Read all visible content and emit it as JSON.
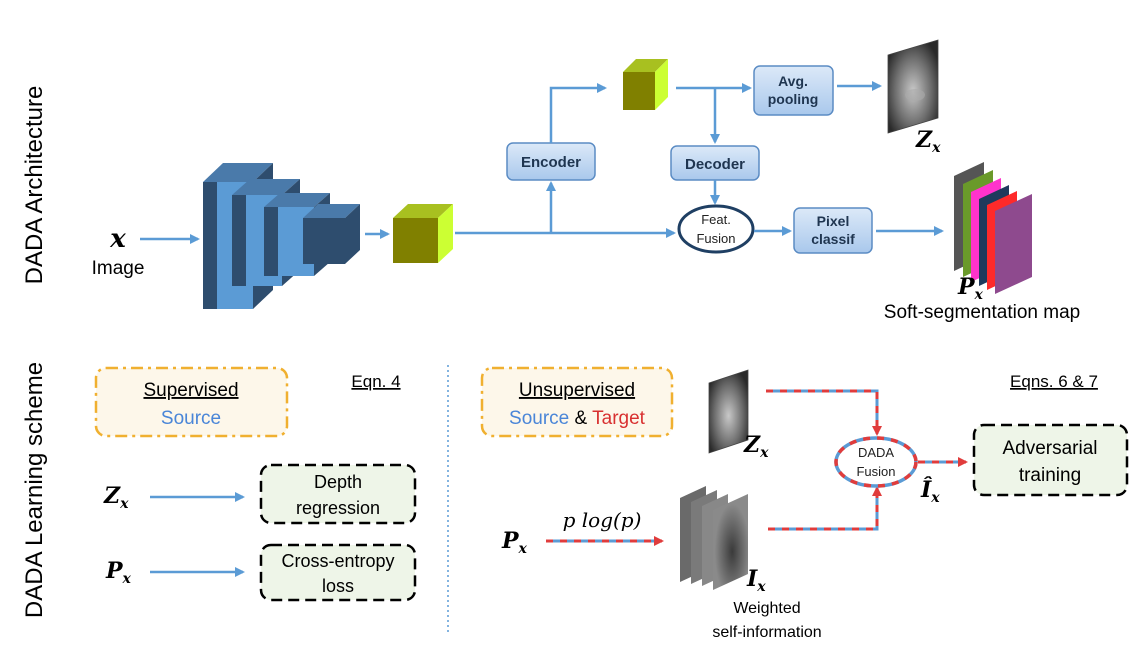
{
  "sections": {
    "top": "DADA Architecture",
    "bottom": "DADA Learning scheme"
  },
  "architecture": {
    "input_symbol": "x",
    "input_label": "Image",
    "encoder": "Encoder",
    "decoder": "Decoder",
    "avg_pool": [
      "Avg.",
      "pooling"
    ],
    "feat_fusion": [
      "Feat.",
      "Fusion"
    ],
    "pixel_classif": [
      "Pixel",
      "classif"
    ],
    "z_symbol": "Z",
    "z_sub": "x",
    "p_symbol": "P",
    "p_sub": "x",
    "soft_seg": "Soft-segmentation map"
  },
  "learning": {
    "supervised_title": "Supervised",
    "supervised_source": "Source",
    "eqn_left": "Eqn. 4",
    "z_symbol": "Z",
    "z_sub": "x",
    "p_symbol": "P",
    "p_sub": "x",
    "depth_regression": [
      "Depth",
      "regression"
    ],
    "cross_entropy": [
      "Cross-entropy",
      "loss"
    ],
    "unsupervised_title": "Unsupervised",
    "unsup_source": "Source",
    "unsup_amp": " & ",
    "unsup_target": "Target",
    "eqn_right": "Eqns. 6 & 7",
    "z2_symbol": "Z",
    "z2_sub": "x",
    "p2_symbol": "P",
    "p2_sub": "x",
    "plogp": "p log(p)",
    "i_symbol": "I",
    "i_sub": "x",
    "weighted": [
      "Weighted",
      "self-information"
    ],
    "dada_fusion": [
      "DADA",
      "Fusion"
    ],
    "ihat_symbol": "Î",
    "ihat_sub": "x",
    "adversarial": [
      "Adversarial",
      "training"
    ]
  },
  "colors": {
    "arrow": "#5b9bd5",
    "cube_dark": "#2e4d6e",
    "cube_light": "#5b9bd5",
    "olive": "#808000",
    "lime": "#ccff33",
    "box_fill": "#b9d3f0",
    "box_stroke": "#5b8cc4",
    "fusion_stroke": "#1f3f63",
    "orange_dash": "#f0b030",
    "red": "#e03c3c",
    "green_box": "#eef5e8",
    "source_blue": "#4a86d8",
    "target_red": "#d83030"
  }
}
